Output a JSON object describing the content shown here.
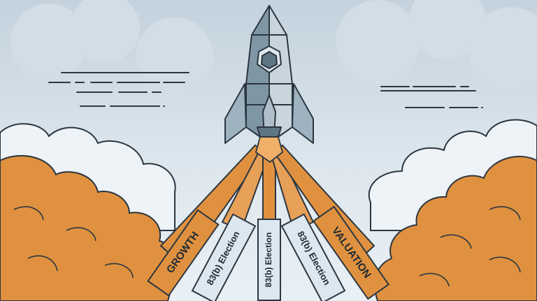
{
  "labels": {
    "growth": "GROWTH",
    "election_left": "83(b) Election",
    "election_center": "83(b) Election",
    "election_right": "83(b) Election",
    "valuation": "VALUATION"
  },
  "colors": {
    "sky_top": "#c3d2dd",
    "sky_bottom": "#e9f0f5",
    "cloud_white": "#eef3f7",
    "outline": "#2b3640",
    "exhaust_orange": "#e0913f",
    "exhaust_light": "#f1b06a",
    "panel_blue": "#dde7ef",
    "rocket_dark": "#7f96a5",
    "rocket_light": "#c9d5dd"
  },
  "icons": [
    "rocket-icon",
    "porthole-icon",
    "wind-streak-icon"
  ]
}
